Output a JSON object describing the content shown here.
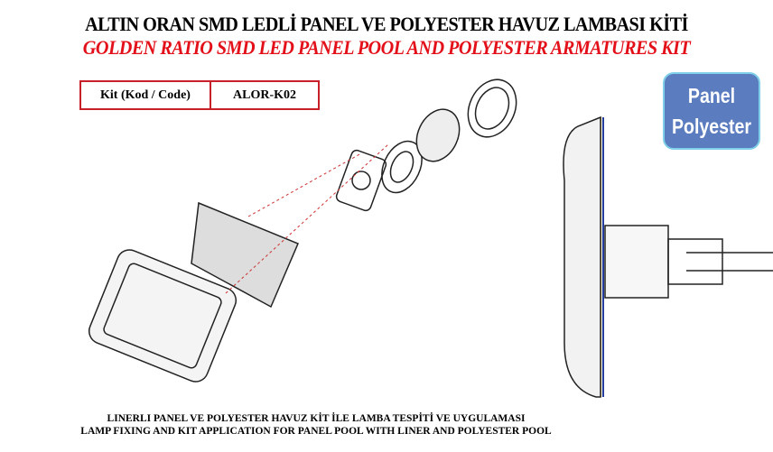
{
  "title_tr": "ALTIN ORAN SMD LEDLİ PANEL VE POLYESTER  HAVUZ LAMBASI KİTİ",
  "title_en": "GOLDEN RATIO SMD LED PANEL POOL AND POLYESTER ARMATURES KIT",
  "kit": {
    "label": "Kit  (Kod / Code)",
    "code": "ALOR-K02"
  },
  "badge": {
    "line1": "Panel",
    "line2": "Polyester"
  },
  "footer": {
    "tr": "LINERLI PANEL VE POLYESTER HAVUZ KİT İLE LAMBA TESPİTİ VE UYGULAMASI",
    "en": "LAMP FIXING AND KIT APPLICATION FOR PANEL POOL WITH LINER AND POLYESTER POOL"
  },
  "colors": {
    "red": "#e3101a",
    "badge": "#5b7cbf"
  }
}
